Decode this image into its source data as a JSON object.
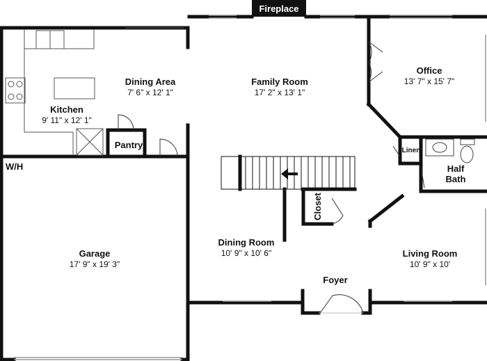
{
  "plan": {
    "fireplace": "Fireplace",
    "wh": "W/H",
    "rooms": {
      "dining_area": {
        "name": "Dining Area",
        "dim": "7' 6\" x 12' 1\""
      },
      "kitchen": {
        "name": "Kitchen",
        "dim": "9' 11\" x 12' 1\""
      },
      "family_room": {
        "name": "Family Room",
        "dim": "17' 2\" x 13' 1\""
      },
      "office": {
        "name": "Office",
        "dim": "13' 7\" x 15' 7\""
      },
      "pantry": {
        "name": "Pantry"
      },
      "linen": {
        "name": "Linen"
      },
      "half_bath": {
        "line1": "Half",
        "line2": "Bath"
      },
      "closet": {
        "name": "Closet"
      },
      "garage": {
        "name": "Garage",
        "dim": "17' 9\" x 19' 3\""
      },
      "dining_room": {
        "name": "Dining Room",
        "dim": "10' 9\" x 10' 6\""
      },
      "living_room": {
        "name": "Living Room",
        "dim": "10' 9\" x 10'"
      },
      "foyer": {
        "name": "Foyer"
      }
    }
  }
}
